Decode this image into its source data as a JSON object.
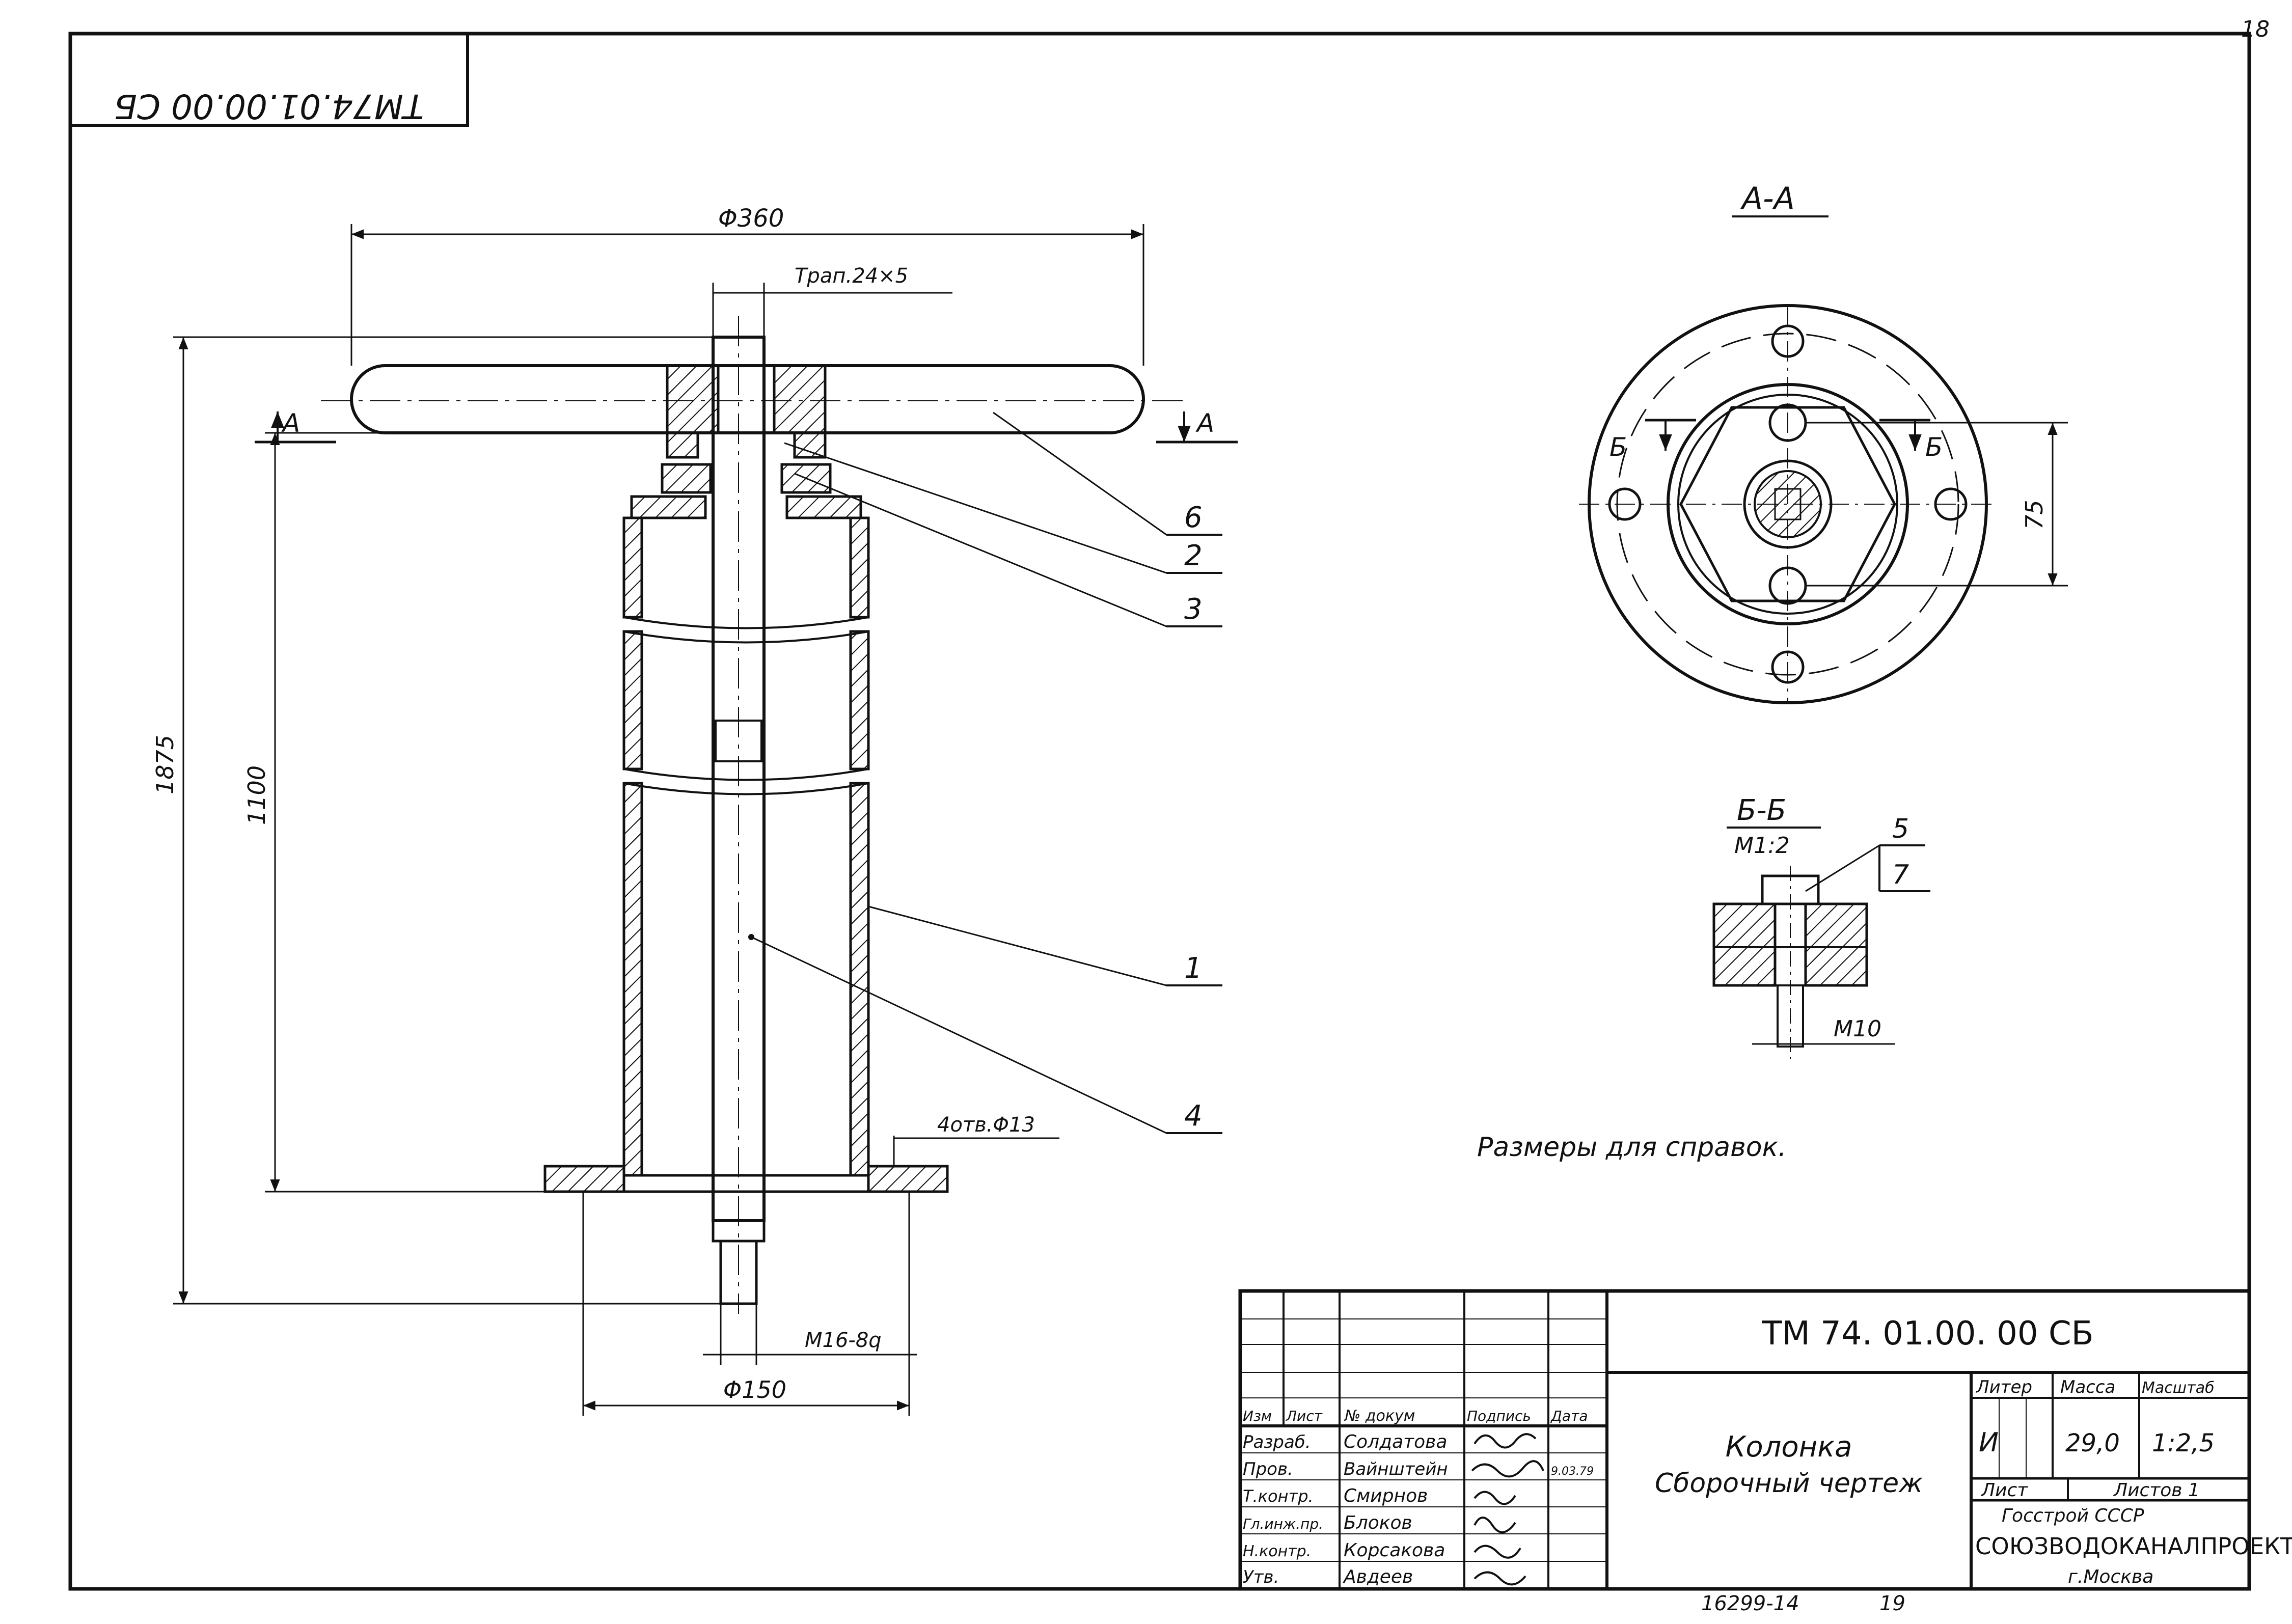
{
  "sheet": {
    "page_number": "18",
    "rotated_code": "ТМ74.01.00.00 СБ",
    "bottom_number": "16299-14",
    "bottom_page": "19"
  },
  "main_view": {
    "dia_360": "Φ360",
    "thread_label": "Трап.24×5",
    "height_1875": "1875",
    "height_1100": "1100",
    "section_mark": "А",
    "holes_label": "4отв.Φ13",
    "thread_m16": "M16-8q",
    "dia_150": "Φ150",
    "callouts": [
      "6",
      "2",
      "3",
      "1",
      "4"
    ]
  },
  "section_aa": {
    "title": "А-А",
    "section_mark": "Б",
    "dim_75": "75"
  },
  "section_bb": {
    "title": "Б-Б",
    "scale": "М1:2",
    "callouts": [
      "5",
      "7"
    ],
    "thread": "M10"
  },
  "note": {
    "text": "Размеры для справок."
  },
  "title_block": {
    "doc_code": "ТМ 74. 01.00. 00 СБ",
    "headers": [
      "Изм",
      "Лист",
      "№ докум",
      "Подпись",
      "Дата"
    ],
    "rows": [
      {
        "role": "Разраб.",
        "name": "Солдатова"
      },
      {
        "role": "Пров.",
        "name": "Вайнштейн",
        "date": "9.03.79"
      },
      {
        "role": "Т.контр.",
        "name": "Смирнов"
      },
      {
        "role": "Гл.инж.пр.",
        "name": "Блоков"
      },
      {
        "role": "Н.контр.",
        "name": "Корсакова"
      },
      {
        "role": "Утв.",
        "name": "Авдеев"
      }
    ],
    "name_line1": "Колонка",
    "name_line2": "Сборочный чертеж",
    "col_litera": "Литер",
    "col_mass": "Масса",
    "col_scale": "Масштаб",
    "litera": "И",
    "mass": "29,0",
    "scale": "1:2,5",
    "sheet_label": "Лист",
    "sheets_label": "Листов 1",
    "org1": "Госстрой СССР",
    "org2": "СОЮЗВОДОКАНАЛПРОЕКТ",
    "city": "г.Москва"
  }
}
